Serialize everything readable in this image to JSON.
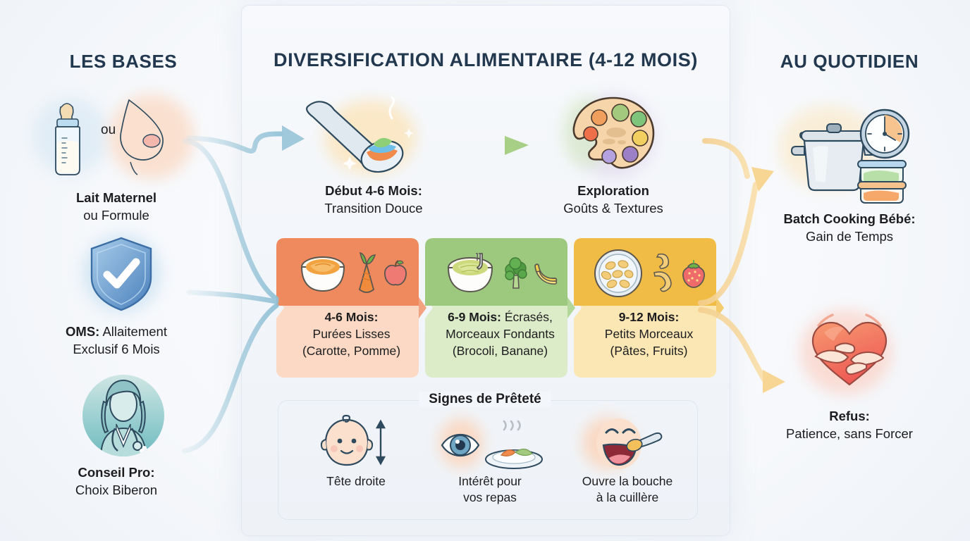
{
  "headings": {
    "left": "LES BASES",
    "center": "DIVERSIFICATION ALIMENTAIRE (4-12 MOIS)",
    "right": "AU QUOTIDIEN"
  },
  "colors": {
    "heading": "#22384f",
    "band_4_6_top": "#ef8a5e",
    "band_4_6_bottom": "#fbd9c4",
    "band_6_9_top": "#9dc97e",
    "band_6_9_bottom": "#dcecc9",
    "band_9_12_top": "#f0bc46",
    "band_9_12_bottom": "#fae7b4",
    "connector_left": "#a9cede",
    "connector_right": "#f6d79b",
    "panel_bg": "#f3f6fa"
  },
  "left_column": [
    {
      "icon": "baby-bottle-and-breast-icon",
      "inline_label": "ou",
      "title": "Lait Maternel",
      "subtitle": "ou Formule"
    },
    {
      "icon": "shield-check-icon",
      "title": "OMS:",
      "title_rest": " Allaitement",
      "subtitle": "Exclusif 6 Mois"
    },
    {
      "icon": "doctor-nurse-icon",
      "title": "Conseil Pro:",
      "subtitle": "Choix Biberon"
    }
  ],
  "center_top": [
    {
      "icon": "spoon-with-puree-icon",
      "title": "Début 4-6 Mois:",
      "subtitle": "Transition Douce"
    },
    {
      "icon": "painter-palette-icon",
      "title": "Exploration",
      "subtitle": "Goûts & Textures"
    }
  ],
  "stages": [
    {
      "age": "4-6 Mois:",
      "rest": "",
      "lines": [
        "Purées Lisses",
        "(Carotte, Pomme)"
      ],
      "icons": [
        "bowl-of-orange-puree-icon",
        "carrot-icon",
        "apple-icon"
      ],
      "top_color": "#ef8a5e",
      "bottom_color": "#fbd9c4"
    },
    {
      "age": "6-9 Mois:",
      "rest": " Écrasés,",
      "lines": [
        "Morceaux Fondants",
        "(Brocoli, Banane)"
      ],
      "icons": [
        "bowl-with-fork-mash-icon",
        "broccoli-icon",
        "banana-icon"
      ],
      "top_color": "#9dc97e",
      "bottom_color": "#dcecc9"
    },
    {
      "age": "9-12 Mois:",
      "rest": "",
      "lines": [
        "Petits Morceaux",
        "(Pâtes, Fruits)"
      ],
      "icons": [
        "bowl-of-pasta-icon",
        "pasta-shells-icon",
        "strawberry-icon"
      ],
      "top_color": "#f0bc46",
      "bottom_color": "#fae7b4"
    }
  ],
  "ready_signs": {
    "title": "Signes de Prêteté",
    "items": [
      {
        "icon": "baby-head-upright-icon",
        "lines": [
          "Tête droite"
        ]
      },
      {
        "icon": "eye-watching-plate-icon",
        "lines": [
          "Intérêt pour",
          "vos repas"
        ]
      },
      {
        "icon": "open-mouth-spoon-icon",
        "lines": [
          "Ouvre la bouche",
          "à la cuillère"
        ]
      }
    ]
  },
  "right_column": [
    {
      "icon": "pot-clock-containers-icon",
      "title": "Batch Cooking Bébé:",
      "subtitle": "Gain de Temps"
    },
    {
      "icon": "hugging-heart-icon",
      "title": "Refus:",
      "subtitle": "Patience, sans Forcer"
    }
  ]
}
